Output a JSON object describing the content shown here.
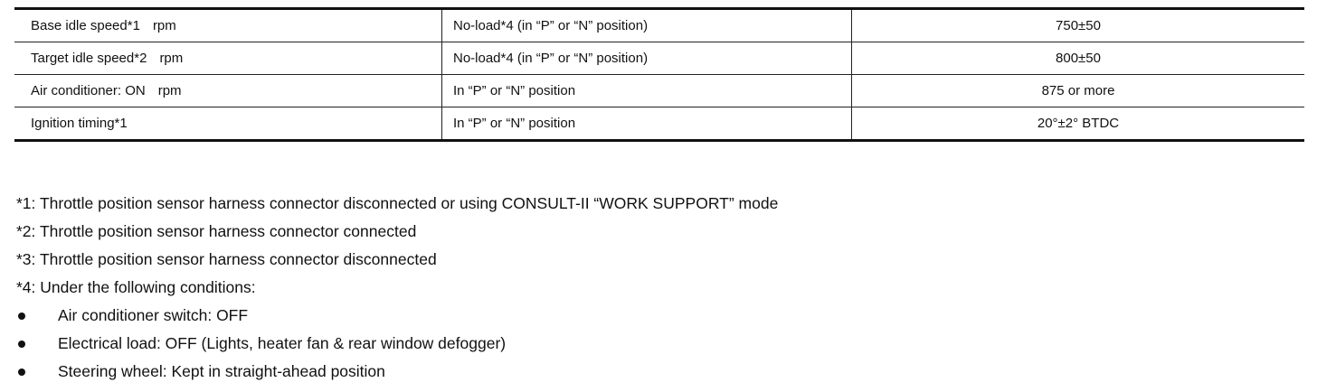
{
  "table": {
    "rows": [
      {
        "item": "Base idle speed*1",
        "unit": "rpm",
        "condition": "No-load*4 (in “P” or “N” position)",
        "spec": "750±50"
      },
      {
        "item": "Target idle speed*2",
        "unit": "rpm",
        "condition": "No-load*4 (in “P” or “N” position)",
        "spec": "800±50"
      },
      {
        "item": "Air conditioner: ON",
        "unit": "rpm",
        "condition": "In “P” or “N” position",
        "spec": "875 or more"
      },
      {
        "item": "Ignition timing*1",
        "unit": "",
        "condition": "In “P” or “N” position",
        "spec": "20°±2° BTDC"
      }
    ]
  },
  "notes": {
    "n1": "*1: Throttle position sensor harness connector disconnected or using CONSULT-II “WORK SUPPORT” mode",
    "n2": "*2: Throttle position sensor harness connector connected",
    "n3": "*3: Throttle position sensor harness connector disconnected",
    "n4": "*4: Under the following conditions:",
    "bullets": [
      "Air conditioner switch: OFF",
      "Electrical load: OFF (Lights, heater fan & rear window defogger)",
      "Steering wheel: Kept in straight-ahead position"
    ]
  }
}
